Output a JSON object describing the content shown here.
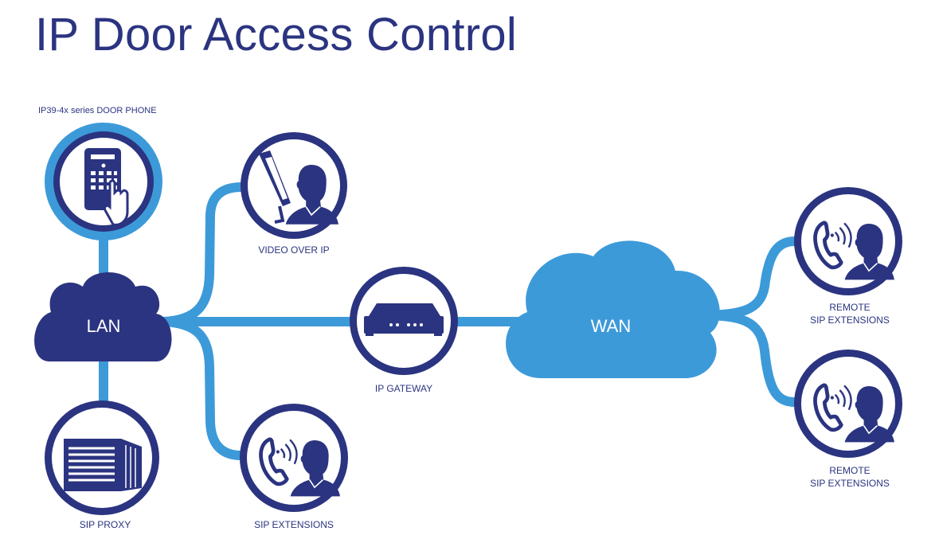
{
  "title": "IP Door Access Control",
  "colors": {
    "navy": "#2b3480",
    "light_blue": "#3d9ad9",
    "white": "#ffffff"
  },
  "nodes": {
    "door_phone": {
      "label": "IP39-4x series DOOR PHONE",
      "icon": "keypad-door-phone-icon"
    },
    "video_over_ip": {
      "label": "VIDEO OVER IP",
      "icon": "video-monitor-user-icon"
    },
    "lan": {
      "label": "LAN",
      "icon": "cloud-icon"
    },
    "ip_gateway": {
      "label": "IP GATEWAY",
      "icon": "gateway-device-icon"
    },
    "wan": {
      "label": "WAN",
      "icon": "cloud-icon"
    },
    "sip_proxy": {
      "label": "SIP PROXY",
      "icon": "server-icon"
    },
    "sip_extensions": {
      "label": "SIP EXTENSIONS",
      "icon": "phone-user-icon"
    },
    "remote_1": {
      "label_line1": "REMOTE",
      "label_line2": "SIP EXTENSIONS",
      "icon": "phone-user-icon"
    },
    "remote_2": {
      "label_line1": "REMOTE",
      "label_line2": "SIP EXTENSIONS",
      "icon": "phone-user-icon"
    }
  }
}
